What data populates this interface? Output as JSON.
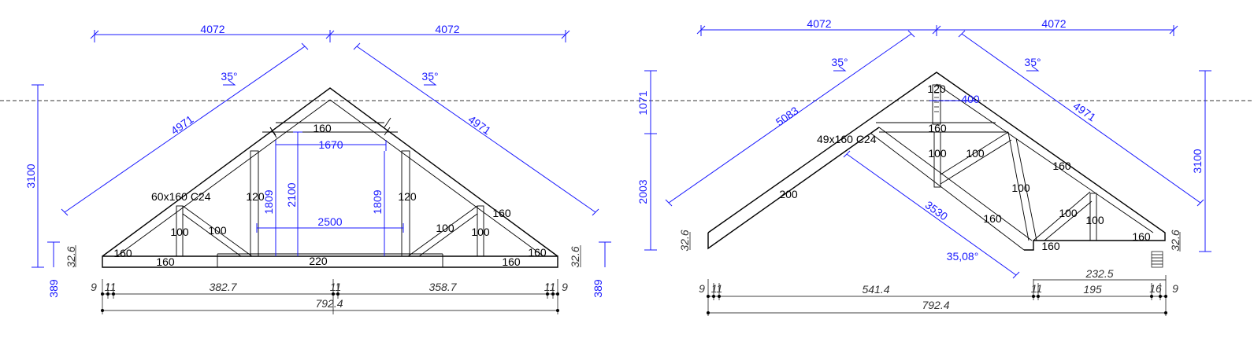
{
  "left_truss": {
    "top_dims": [
      "4072",
      "4072"
    ],
    "angles": [
      "35°",
      "35°"
    ],
    "rafters": [
      "4971",
      "4971"
    ],
    "height_total": "3100",
    "plate_height": "389",
    "plate_height_right": "389",
    "heel": [
      "32.6",
      "32.6"
    ],
    "section": "60x160 C24",
    "collar": "160",
    "collar_span": "1670",
    "post_height": "2100",
    "side_posts": [
      "1809",
      "1809"
    ],
    "post_widths": [
      "120",
      "120"
    ],
    "room_width": "2500",
    "bottom_mid": "220",
    "members": {
      "left_vert": "100",
      "left_diag": "100",
      "right_diag": "100",
      "right_vert": "100",
      "bottom_left": "160",
      "bottom_left2": "160",
      "bottom_right": "160",
      "bottom_right2": "160",
      "top_right": "160"
    },
    "support_offsets": {
      "left_a": "9",
      "left_b": "11",
      "mid": "11",
      "right_b": "11",
      "right_a": "9"
    },
    "spans": [
      "382.7",
      "358.7"
    ],
    "total": "792.4"
  },
  "right_truss": {
    "top_dims": [
      "4072",
      "4072"
    ],
    "angles": [
      "35°",
      "35°"
    ],
    "rafter_left": "5083",
    "rafter_right": "4971",
    "height_upper": "1071",
    "height_lower": "2003",
    "height_right": "3100",
    "heel": [
      "32.6",
      "32.6"
    ],
    "section": "49x160 C24",
    "members": {
      "king": "120",
      "offset": "400",
      "collar": "160",
      "vert1": "100",
      "diag1": "100",
      "chord_right": "160",
      "web_mid": "100",
      "left_chord": "200",
      "bottom_diag": "160",
      "web_low": "100",
      "vert_low": "100",
      "end_chord": "160",
      "bottom": "160"
    },
    "diag_dim": "3530",
    "diag_angle": "35,08°",
    "support_offsets": {
      "left_a": "9",
      "left_b": "11",
      "mid": "11",
      "right_b": "16",
      "right_a": "9"
    },
    "spans": [
      "541.4",
      "195"
    ],
    "upper_span": "232.5",
    "total": "792.4"
  }
}
